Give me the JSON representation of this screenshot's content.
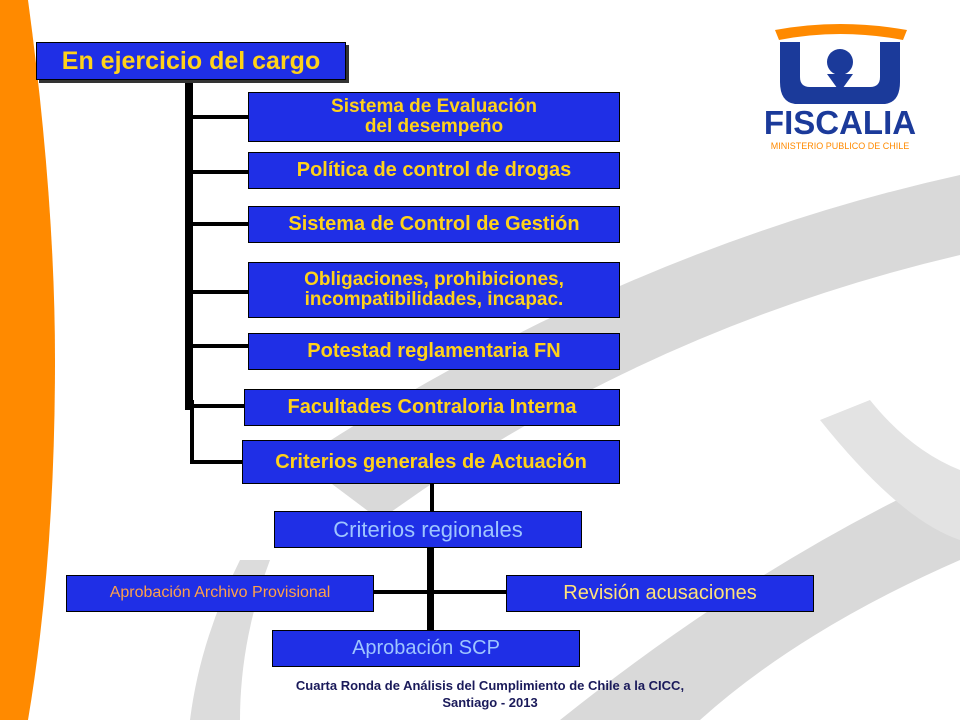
{
  "diagram": {
    "title": "En ejercicio del cargo",
    "branches": [
      "Sistema de Evaluación\ndel desempeño",
      "Política de control de drogas",
      "Sistema de Control de Gestión",
      "Obligaciones, prohibiciones,\nincompatibilidades, incapac.",
      "Potestad reglamentaria FN",
      "Facultades Contraloria Interna",
      "Criterios generales de Actuación"
    ],
    "regional": "Criterios regionales",
    "regional_children": {
      "left": "Aprobación Archivo Provisional",
      "right": "Revisión acusaciones",
      "bottom": "Aprobación SCP"
    }
  },
  "logo": {
    "name": "FISCALIA",
    "subtitle": "MINISTERIO PUBLICO DE CHILE"
  },
  "footer": {
    "line1": "Cuarta Ronda de Análisis del Cumplimiento de Chile a la CICC,",
    "line2": "Santiago - 2013"
  },
  "colors": {
    "box_fill": "#1f2fe6",
    "text_yellow": "#ffd21a",
    "orange": "#ff8a00",
    "logo_blue": "#1b3a9a"
  }
}
